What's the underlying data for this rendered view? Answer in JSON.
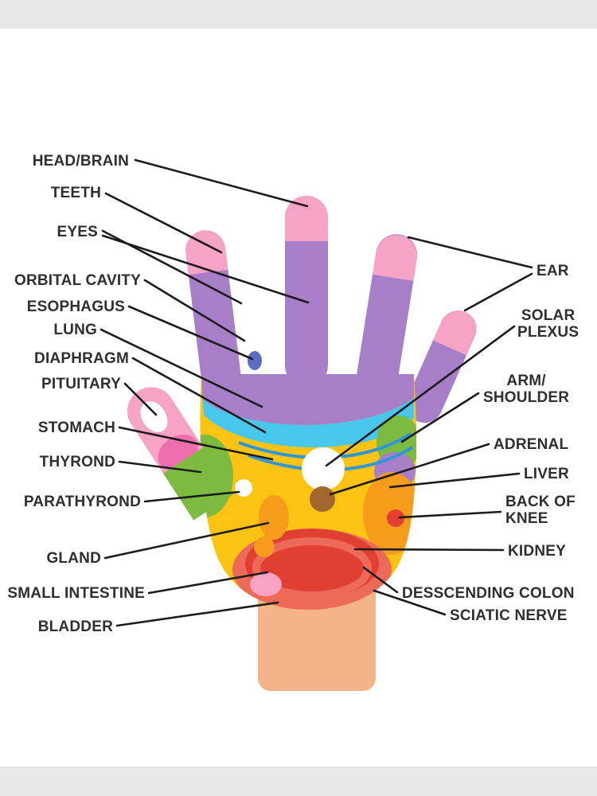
{
  "figure": {
    "type": "hand-reflexology-chart",
    "description": "Palm-up left hand diagram with colored reflex zones and labeled leader lines"
  },
  "labels": {
    "head_brain": {
      "text": "HEAD/BRAIN",
      "side": "left"
    },
    "teeth": {
      "text": "TEETH",
      "side": "left"
    },
    "eyes": {
      "text": "EYES",
      "side": "left"
    },
    "orbital_cavity": {
      "text": "ORBITAL CAVITY",
      "side": "left"
    },
    "esophagus": {
      "text": "ESOPHAGUS",
      "side": "left"
    },
    "lung": {
      "text": "LUNG",
      "side": "left"
    },
    "diaphragm": {
      "text": "DIAPHRAGM",
      "side": "left"
    },
    "pituitary": {
      "text": "PITUITARY",
      "side": "left"
    },
    "stomach": {
      "text": "STOMACH",
      "side": "left"
    },
    "thyrond": {
      "text": "THYROND",
      "side": "left"
    },
    "parathyrond": {
      "text": "PARATHYROND",
      "side": "left"
    },
    "gland": {
      "text": "GLAND",
      "side": "left"
    },
    "small_intestine": {
      "text": "SMALL INTESTINE",
      "side": "left"
    },
    "bladder": {
      "text": "BLADDER",
      "side": "left"
    },
    "ear": {
      "text": "EAR",
      "side": "right"
    },
    "solar_plexus": {
      "text": "SOLAR\nPLEXUS",
      "side": "right"
    },
    "arm_shoulder": {
      "text": "ARM/\nSHOULDER",
      "side": "right"
    },
    "adrenal": {
      "text": "ADRENAL",
      "side": "right"
    },
    "liver": {
      "text": "LIVER",
      "side": "right"
    },
    "back_of_knee": {
      "text": "BACK OF\nKNEE",
      "side": "right"
    },
    "kidney": {
      "text": "KIDNEY",
      "side": "right"
    },
    "desscending_colon": {
      "text": "DESSCENDING COLON",
      "side": "right"
    },
    "sciatic_nerve": {
      "text": "SCIATIC NERVE",
      "side": "right"
    }
  },
  "colors": {
    "background": "#ffffff",
    "frame_bar": "#e8e8e8",
    "text": "#2f2f2f",
    "line": "#1c1c1c",
    "finger_purple": "#a77fc9",
    "tip_pink": "#f6a3c5",
    "palm_yellow": "#fcc313",
    "lung_cyan": "#49c6ec",
    "diaphragm_blue": "#2f96d8",
    "zone_green": "#7cba40",
    "zone_orange": "#f79b1d",
    "zone_red": "#e23f33",
    "zone_salmon": "#ee6a58",
    "wrist_skin": "#f2b488",
    "adrenal_brown": "#a2672f",
    "esophagus_blue": "#5e6cc0",
    "deep_pink": "#ef6fae",
    "white": "#ffffff"
  }
}
